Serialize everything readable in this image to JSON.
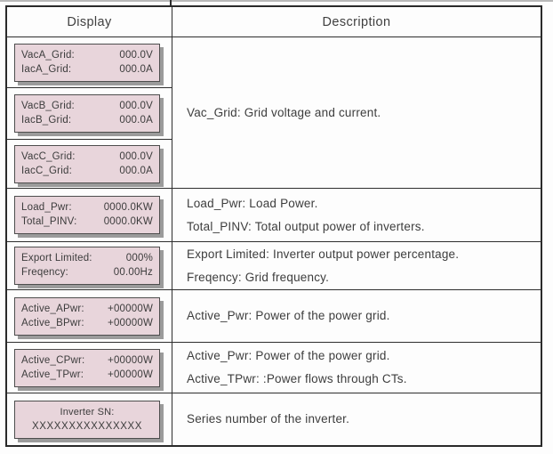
{
  "table": {
    "headers": {
      "display": "Display",
      "description": "Description"
    },
    "display_rows": [
      {
        "name": "vac-a",
        "lines": [
          {
            "label": "VacA_Grid:",
            "value": "000.0V"
          },
          {
            "label": "IacA_Grid:",
            "value": "000.0A"
          }
        ]
      },
      {
        "name": "vac-b",
        "lines": [
          {
            "label": "VacB_Grid:",
            "value": "000.0V"
          },
          {
            "label": "IacB_Grid:",
            "value": "000.0A"
          }
        ]
      },
      {
        "name": "vac-c",
        "lines": [
          {
            "label": "VacC_Grid:",
            "value": "000.0V"
          },
          {
            "label": "IacC_Grid:",
            "value": "000.0A"
          }
        ]
      },
      {
        "name": "load-pwr",
        "lines": [
          {
            "label": "Load_Pwr:",
            "value": "0000.0KW"
          },
          {
            "label": "Total_PINV:",
            "value": "0000.0KW"
          }
        ]
      },
      {
        "name": "export-limited",
        "lines": [
          {
            "label": "Export Limited:",
            "value": "000%"
          },
          {
            "label": "Freqency:",
            "value": "00.00Hz"
          }
        ]
      },
      {
        "name": "active-ab-pwr",
        "lines": [
          {
            "label": "Active_APwr:",
            "value": "+00000W"
          },
          {
            "label": "Active_BPwr:",
            "value": "+00000W"
          }
        ]
      },
      {
        "name": "active-ct-pwr",
        "lines": [
          {
            "label": "Active_CPwr:",
            "value": "+00000W"
          },
          {
            "label": "Active_TPwr:",
            "value": "+00000W"
          }
        ]
      },
      {
        "name": "inverter-sn",
        "center": true,
        "title": "Inverter SN:",
        "value": "XXXXXXXXXXXXXXX"
      }
    ],
    "descriptions": {
      "vac": {
        "line1": "Vac_Grid: Grid voltage and current."
      },
      "load": {
        "line1": "Load_Pwr: Load Power.",
        "line2": "Total_PINV: Total output power of inverters."
      },
      "export": {
        "line1": "Export Limited: Inverter output power percentage.",
        "line2": "Freqency: Grid frequency."
      },
      "active_ab": {
        "line1": "Active_Pwr: Power of the power grid."
      },
      "active_ct": {
        "line1": "Active_Pwr: Power of the power grid.",
        "line2": "Active_TPwr: :Power flows through CTs."
      },
      "sn": {
        "line1": "Series number of the inverter."
      }
    },
    "colors": {
      "lcd_background": "#e8d5db",
      "lcd_border": "#4d4d4d",
      "lcd_shadow": "#9b9b9b",
      "table_border": "#2a2a2a",
      "text": "#3d3d3d"
    }
  }
}
